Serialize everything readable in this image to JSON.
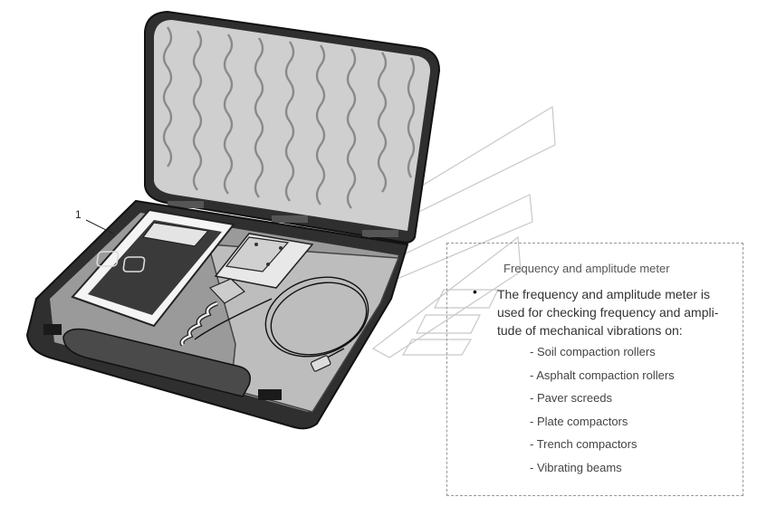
{
  "callout": {
    "number": "1"
  },
  "info": {
    "title": "Frequency and amplitude meter",
    "bullet": "•",
    "description_lines": [
      "The frequency and amplitude meter is",
      "used for checking frequency and ampli-",
      "tude of mechanical vibrations on:"
    ],
    "applications": [
      "- Soil compaction rollers",
      "- Asphalt compaction rollers",
      "- Paver screeds",
      "- Plate compactors",
      "- Trench compactors",
      "- Vibrating beams"
    ]
  },
  "colors": {
    "case": "#2f2f2f",
    "foam": "#cfcfcf",
    "device_face": "#3a3a3a",
    "tray": "#bdbdbd"
  }
}
